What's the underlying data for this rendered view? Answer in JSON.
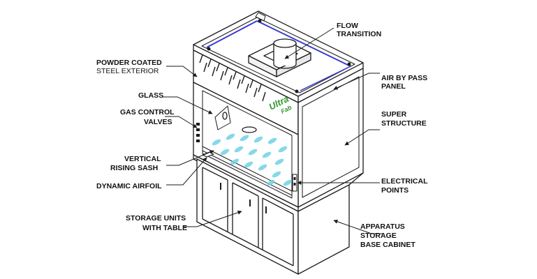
{
  "labels": {
    "flow_transition": [
      "FLOW",
      "TRANSITION"
    ],
    "powder_coated": [
      "POWDER COATED",
      "STEEL EXTERIOR"
    ],
    "air_bypass": [
      "AIR BY PASS",
      "PANEL"
    ],
    "glass": [
      "GLASS"
    ],
    "gas_control": [
      "GAS CONTROL",
      "VALVES"
    ],
    "super_structure": [
      "SUPER",
      "STRUCTURE"
    ],
    "vertical_sash": [
      "VERTICAL",
      "RISING SASH"
    ],
    "dynamic_airfoil": [
      "DYNAMIC AIRFOIL"
    ],
    "electrical_points": [
      "ELECTRICAL",
      "POINTS"
    ],
    "storage_units": [
      "STORAGE UNITS",
      "WITH TABLE"
    ],
    "apparatus_cabinet": [
      "APPARATUS",
      "STORAGE",
      "BASE CABINET"
    ]
  },
  "brand": {
    "line1": "Ultra",
    "line2": "Fab",
    "color": "#2f9a2f"
  },
  "colors": {
    "line": "#1a1a1a",
    "glass_pattern": "#6fd3e6",
    "top_accent": "#3a3ad0"
  }
}
